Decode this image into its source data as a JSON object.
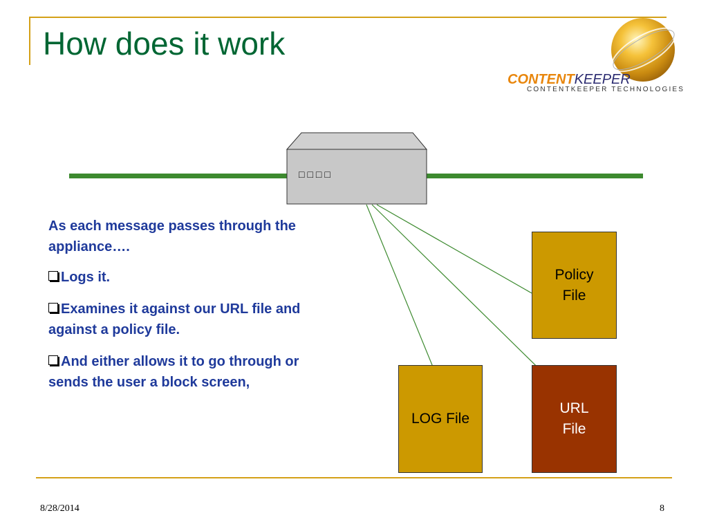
{
  "slide": {
    "title": "How does it work",
    "logo": {
      "brand_bold": "CONTENT",
      "brand_regular": "KEEPER",
      "subtitle": "CONTENTKEEPER TECHNOLOGIES"
    },
    "appliance": {
      "label": "□□□□"
    },
    "description": {
      "intro": "As each message passes through the appliance….",
      "bullets": [
        "Logs it.",
        "Examines it against our URL file and against a policy file.",
        "And either allows it to go through or sends the user a block screen,"
      ]
    },
    "files": {
      "policy": "Policy File",
      "log": "LOG File",
      "url": "URL File"
    },
    "footer": {
      "date": "8/28/2014",
      "page": "8"
    },
    "colors": {
      "title": "#006633",
      "accent_gold": "#d4a017",
      "network_line": "#3d8a2f",
      "body_text": "#1f3a9b",
      "policy_box": "#cc9900",
      "log_box": "#cc9900",
      "url_box": "#993300"
    }
  }
}
